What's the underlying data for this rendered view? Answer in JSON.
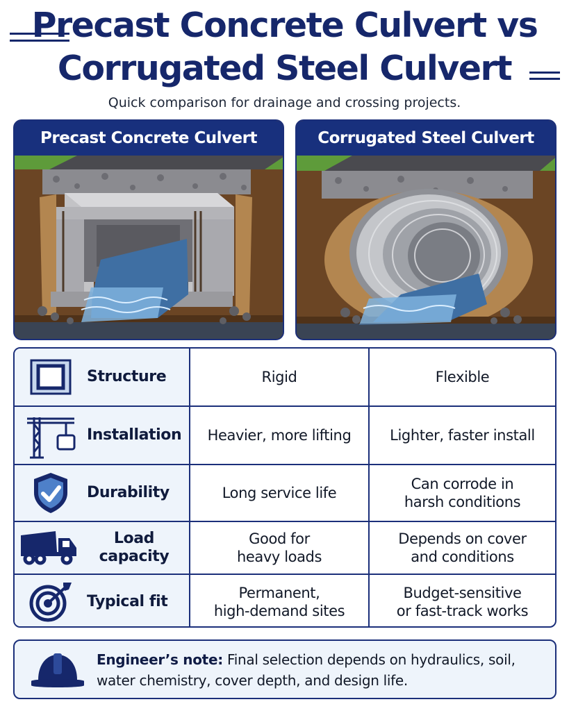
{
  "header": {
    "title_line1": "Precast Concrete Culvert vs",
    "title_line2": "Corrugated Steel Culvert",
    "subtitle": "Quick comparison for drainage and crossing projects."
  },
  "panels": {
    "left_title": "Precast Concrete Culvert",
    "right_title": "Corrugated Steel Culvert"
  },
  "comparison": {
    "rows": [
      {
        "icon": "square-frame-icon",
        "label": "Structure",
        "concrete": "Rigid",
        "steel": "Flexible"
      },
      {
        "icon": "crane-icon",
        "label": "Installation",
        "concrete": "Heavier, more lifting",
        "steel": "Lighter, faster install"
      },
      {
        "icon": "shield-check-icon",
        "label": "Durability",
        "concrete": "Long service life",
        "steel": "Can corrode in\nharsh conditions"
      },
      {
        "icon": "dump-truck-icon",
        "label": "Load capacity",
        "concrete": "Good for\nheavy loads",
        "steel": "Depends on cover\nand conditions"
      },
      {
        "icon": "target-arrow-icon",
        "label": "Typical fit",
        "concrete": "Permanent,\nhigh-demand sites",
        "steel": "Budget-sensitive\nor fast-track works"
      }
    ]
  },
  "note": {
    "icon": "hard-hat-icon",
    "label": "Engineer’s note:",
    "text": "Final selection depends on hydraulics, soil, water chemistry, cover depth, and design life."
  },
  "colors": {
    "navy": "#16276b",
    "panel_header": "#18307d",
    "label_cell": "#eef4fb"
  }
}
